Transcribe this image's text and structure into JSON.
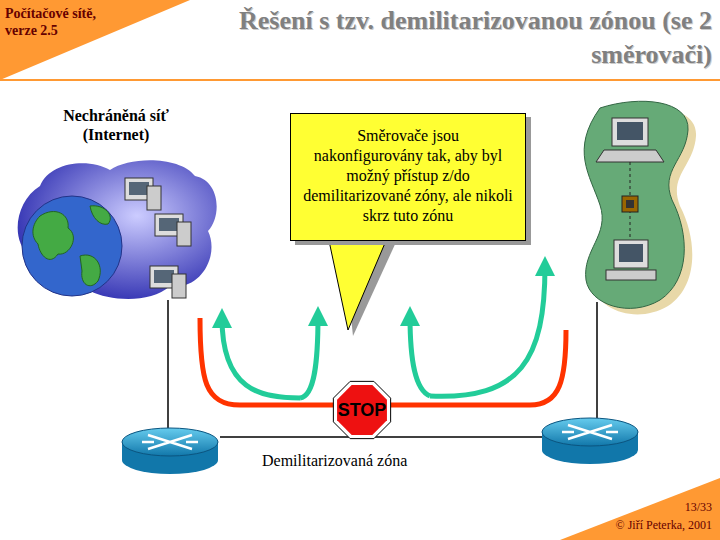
{
  "diagram": {
    "title": "Řešení s tzv. demilitarizovanou zónou (se 2 směrovači)",
    "nodes": [
      {
        "text": [
          "Nechráněná síť (Internet)"
        ]
      },
      {
        "text": [
          "Směrovače jsou nakonfigurovány tak, aby byl možný přístup z/do demilitarizované zóny, ale nikoli skrz tuto zónu"
        ]
      },
      {
        "text": [
          "STOP"
        ]
      }
    ],
    "labels": [
      "Počítačové sítě, verze 2.5",
      "Demilitarizovaná zóna",
      "13/33",
      "© Jiří Peterka, 2001"
    ]
  }
}
